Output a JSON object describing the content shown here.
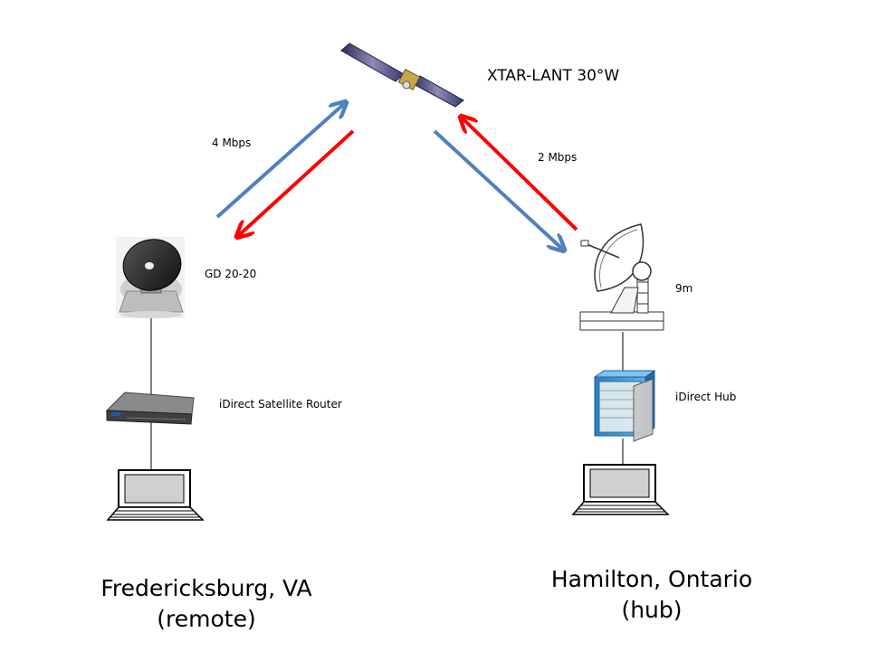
{
  "satellite": {
    "name": "XTAR-LANT 30°W"
  },
  "links": {
    "uplink_rate": "4 Mbps",
    "downlink_rate": "2 Mbps",
    "colors": {
      "uplink": "#4f81bd",
      "downlink": "#ff0000"
    }
  },
  "remote_site": {
    "antenna_label": "GD 20-20",
    "router_label": "iDirect Satellite Router",
    "location": "Fredericksburg, VA",
    "role": "(remote)"
  },
  "hub_site": {
    "antenna_label": "9m",
    "hub_label": "iDirect Hub",
    "location": "Hamilton, Ontario",
    "role": "(hub)"
  }
}
